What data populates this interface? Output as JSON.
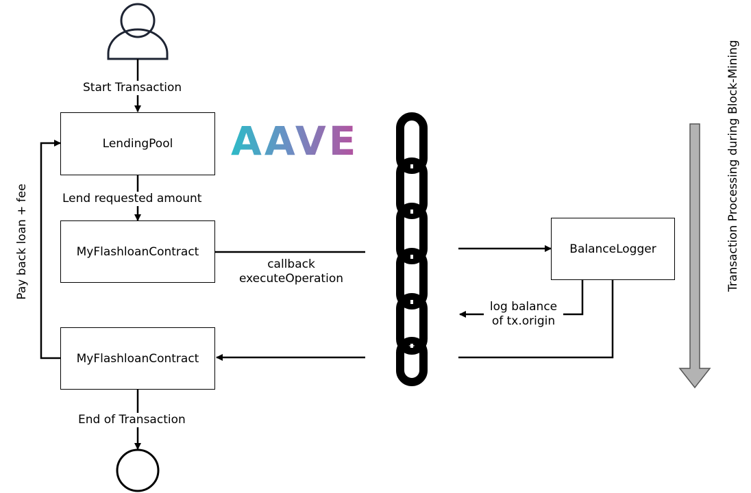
{
  "nodes": {
    "lending_pool": "LendingPool",
    "flashloan_contract_top": "MyFlashloanContract",
    "flashloan_contract_bottom": "MyFlashloanContract",
    "balance_logger": "BalanceLogger"
  },
  "edges": {
    "start_transaction": "Start Transaction",
    "lend_requested_amount": "Lend requested amount",
    "callback_execute_operation": "callback\nexecuteOperation",
    "log_balance_tx_origin": "log balance\nof tx.origin",
    "end_of_transaction": "End of Transaction",
    "pay_back_loan_fee": "Pay back loan + fee"
  },
  "logo": {
    "text": "AAVE"
  },
  "timeline": {
    "label": "Transaction\nProcessing during\nBlock-Mining"
  },
  "colors": {
    "stroke": "#000000",
    "timeline_fill": "#b3b3b3",
    "aave_start": "#2ebac6",
    "aave_end": "#b6509e"
  },
  "icons": {
    "actor": "user-icon",
    "end": "end-circle-icon",
    "blockchain": "chain-link-icon"
  }
}
